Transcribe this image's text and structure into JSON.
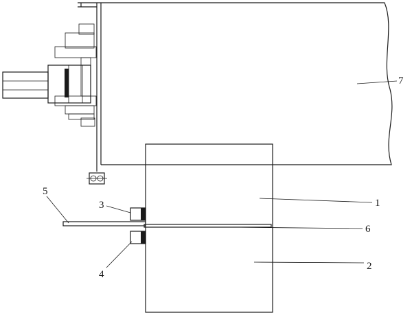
{
  "labels": {
    "l1": "1",
    "l2": "2",
    "l3": "3",
    "l4": "4",
    "l5": "5",
    "l6": "6",
    "l7": "7"
  },
  "colors": {
    "ink": "#1a1a1a",
    "background": "#ffffff"
  }
}
